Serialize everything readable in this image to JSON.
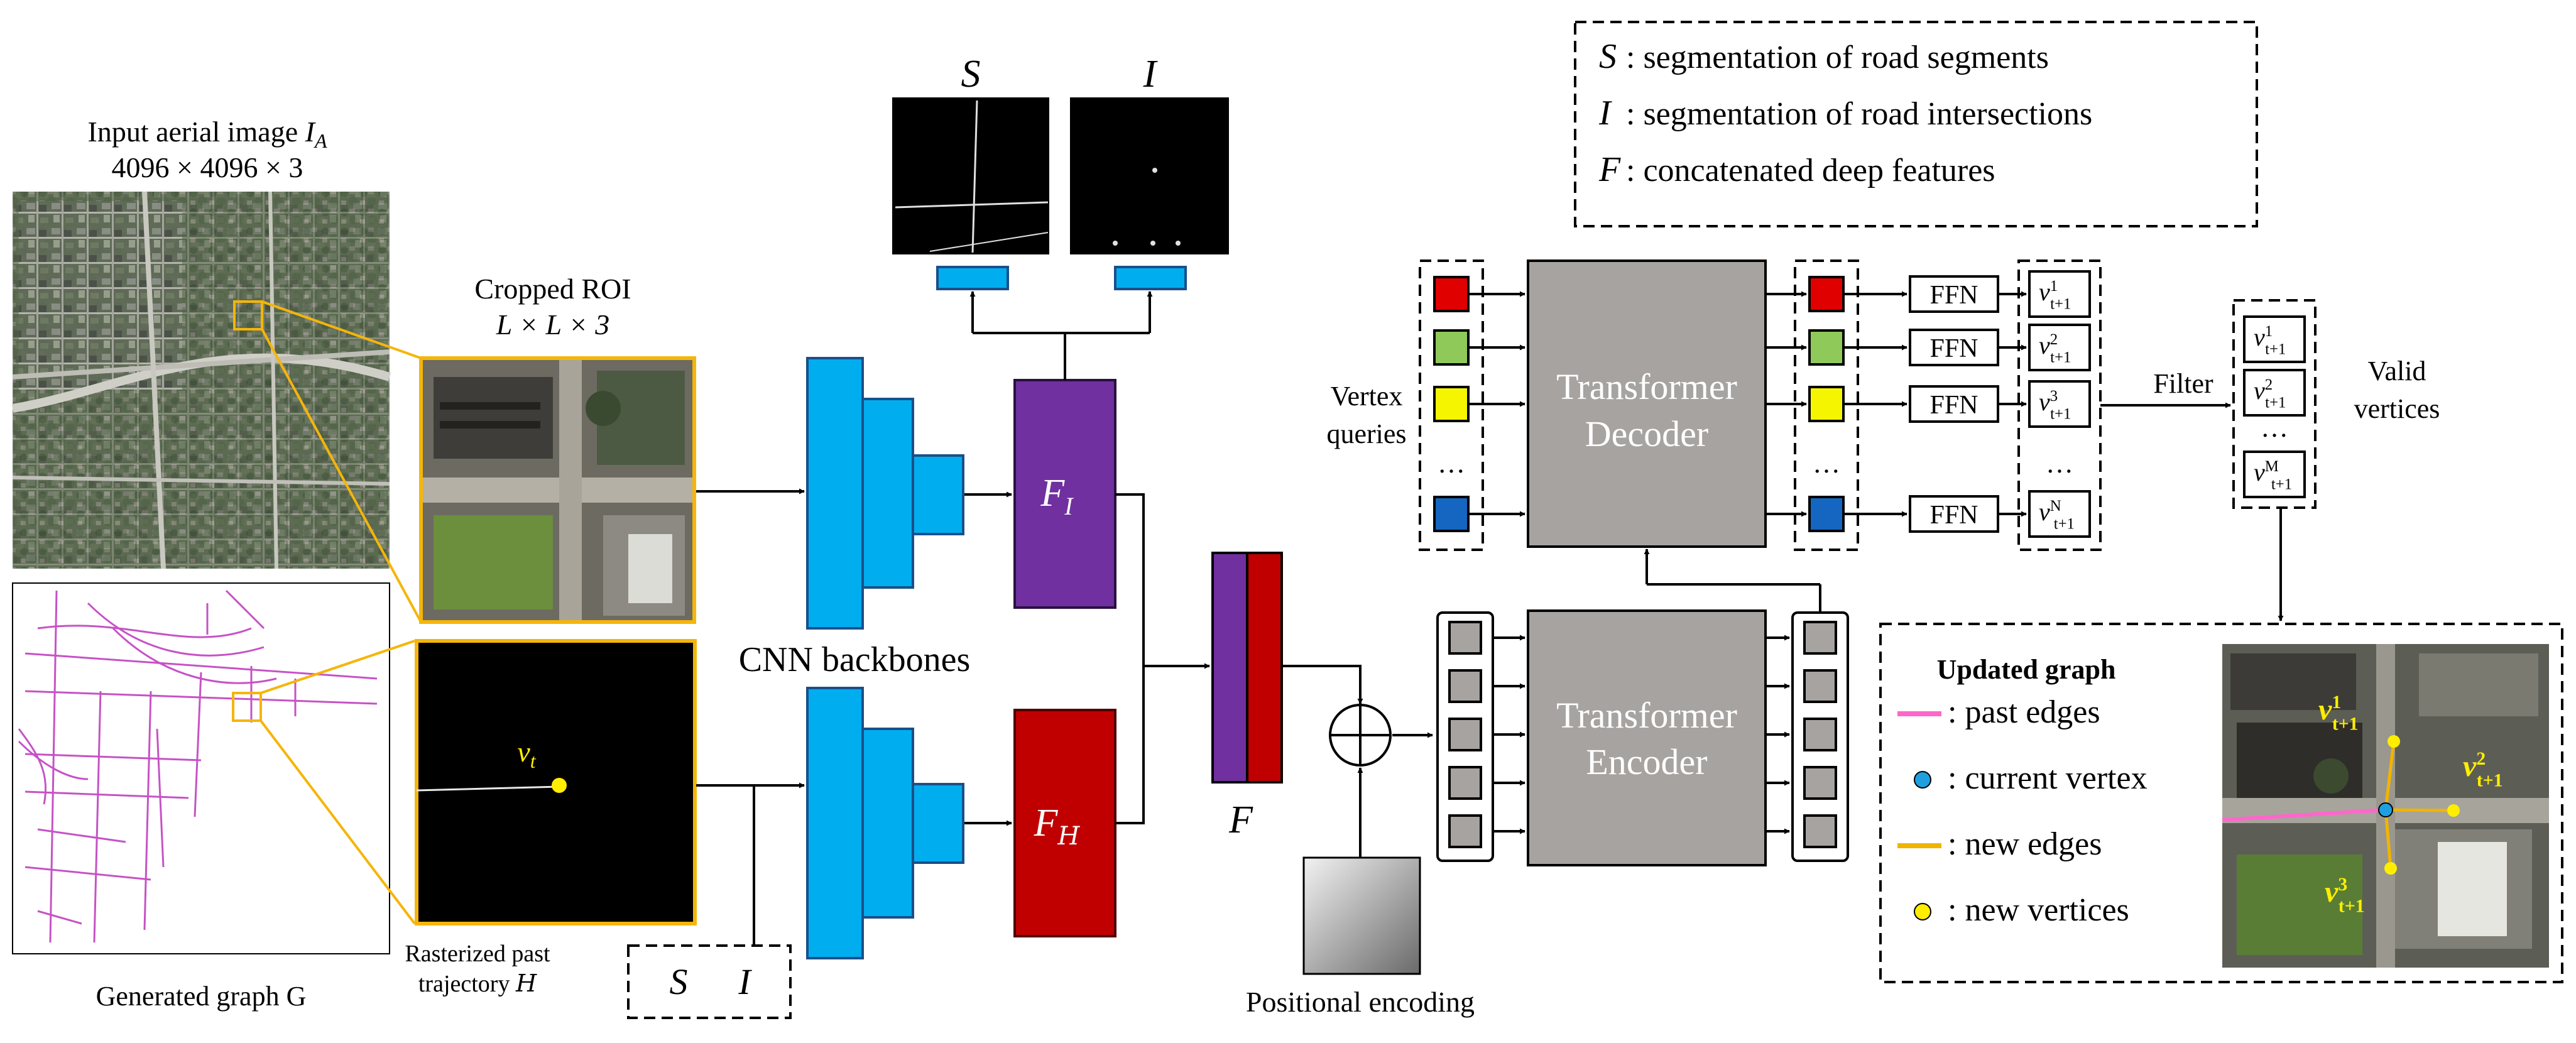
{
  "input_image": {
    "title_line1": "Input aerial image ",
    "title_symbol": "I",
    "title_subscript": "A",
    "title_line2": "4096 × 4096 × 3"
  },
  "generated_graph": {
    "label": "Generated graph G"
  },
  "cropped_roi": {
    "title_line1": "Cropped ROI",
    "title_line2": "L × L × 3"
  },
  "rasterized": {
    "label_line1": "Rasterized past",
    "label_line2_prefix": "trajectory ",
    "label_line2_symbol": "H",
    "vertex_symbol": "v",
    "vertex_subscript": "t"
  },
  "si_box": {
    "s_symbol": "S",
    "i_symbol": "I"
  },
  "cnn": {
    "label": "CNN backbones"
  },
  "features": {
    "fi_symbol": "F",
    "fi_subscript": "I",
    "fh_symbol": "F",
    "fh_subscript": "H",
    "f_symbol": "F"
  },
  "seg_outputs": {
    "s_title": "S",
    "i_title": "I"
  },
  "legend": {
    "items": [
      {
        "symbol": "S",
        "text": ": segmentation of road segments"
      },
      {
        "symbol": "I",
        "text": ": segmentation of road intersections"
      },
      {
        "symbol": "F",
        "text": ": concatenated deep features"
      }
    ]
  },
  "vertex_queries": {
    "label_line1": "Vertex",
    "label_line2": "queries",
    "colors": [
      "#e00000",
      "#8fc95a",
      "#f5f500",
      "#1466c0"
    ],
    "ellipsis": "…"
  },
  "decoder": {
    "label_line1": "Transformer",
    "label_line2": "Decoder",
    "ellipsis": "…"
  },
  "encoder": {
    "label_line1": "Transformer",
    "label_line2": "Encoder"
  },
  "positional_encoding": {
    "label": "Positional encoding"
  },
  "ffn": {
    "label": "FFN"
  },
  "outputs": {
    "items": [
      {
        "base": "v",
        "sup": "1",
        "sub": "t+1"
      },
      {
        "base": "v",
        "sup": "2",
        "sub": "t+1"
      },
      {
        "base": "v",
        "sup": "3",
        "sub": "t+1"
      },
      {
        "base": "v",
        "sup": "N",
        "sub": "t+1"
      }
    ],
    "ellipsis": "…"
  },
  "filter": {
    "label": "Filter"
  },
  "valid": {
    "label_line1": "Valid",
    "label_line2": "vertices",
    "items": [
      {
        "base": "v",
        "sup": "1",
        "sub": "t+1"
      },
      {
        "base": "v",
        "sup": "2",
        "sub": "t+1"
      },
      {
        "base": "v",
        "sup": "M",
        "sub": "t+1"
      }
    ],
    "ellipsis": "…"
  },
  "updated_graph": {
    "title": "Updated graph",
    "legend": [
      {
        "text": ": past edges",
        "color": "#ff66cc"
      },
      {
        "text": ": current vertex",
        "color": "#1ea0e0"
      },
      {
        "text": ": new edges",
        "color": "#f0b400"
      },
      {
        "text": ": new vertices",
        "color": "#ffee00"
      }
    ],
    "vertex_labels": [
      {
        "base": "v",
        "sup": "1",
        "sub": "t+1"
      },
      {
        "base": "v",
        "sup": "2",
        "sub": "t+1"
      },
      {
        "base": "v",
        "sup": "3",
        "sub": "t+1"
      }
    ]
  },
  "colors": {
    "cnn": "#00aeef",
    "fi": "#7030a0",
    "fh": "#c00000",
    "transformer": "#a6a3a1",
    "highlight": "#f5b50a",
    "vertex": "#ffee00"
  }
}
